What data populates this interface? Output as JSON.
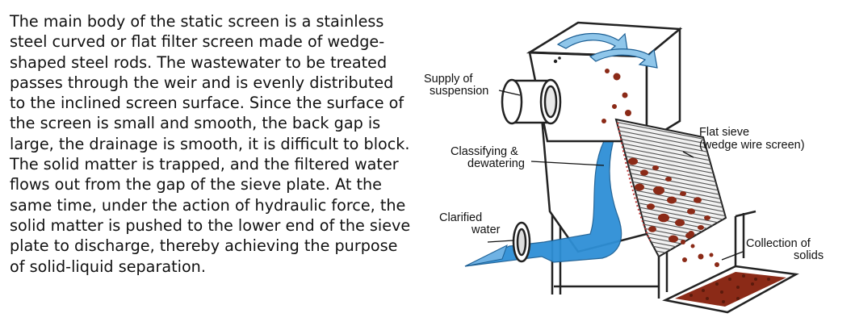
{
  "description": {
    "lines": [
      "The main body of the static screen is a stainless",
      "steel curved or flat filter screen made of wedge-",
      "shaped steel rods. The wastewater to be treated",
      "passes through the weir and is evenly distributed",
      "to the inclined screen surface. Since the surface of",
      "the screen is small and smooth, the back gap is",
      "large, the drainage is smooth, it is difficult to block.",
      "The solid matter is trapped, and the filtered water",
      "flows out from the gap of the sieve plate. At the",
      "same time, under the action of hydraulic force, the",
      "solid matter is pushed to the lower end of the sieve",
      "plate to discharge, thereby achieving the purpose",
      "of solid-liquid separation."
    ]
  },
  "diagram": {
    "labels": {
      "supply": [
        "Supply of",
        "suspension"
      ],
      "classifying": [
        "Classifying &",
        "dewatering"
      ],
      "clarified": [
        "Clarified",
        "water"
      ],
      "flat_sieve": [
        "Flat sieve",
        "(wedge wire screen)"
      ],
      "collection": [
        "Collection of",
        "solids"
      ]
    },
    "colors": {
      "water": "#2e8fd6",
      "water_light": "#8fc6ea",
      "solids": "#8b2a17",
      "outline": "#222222"
    }
  }
}
